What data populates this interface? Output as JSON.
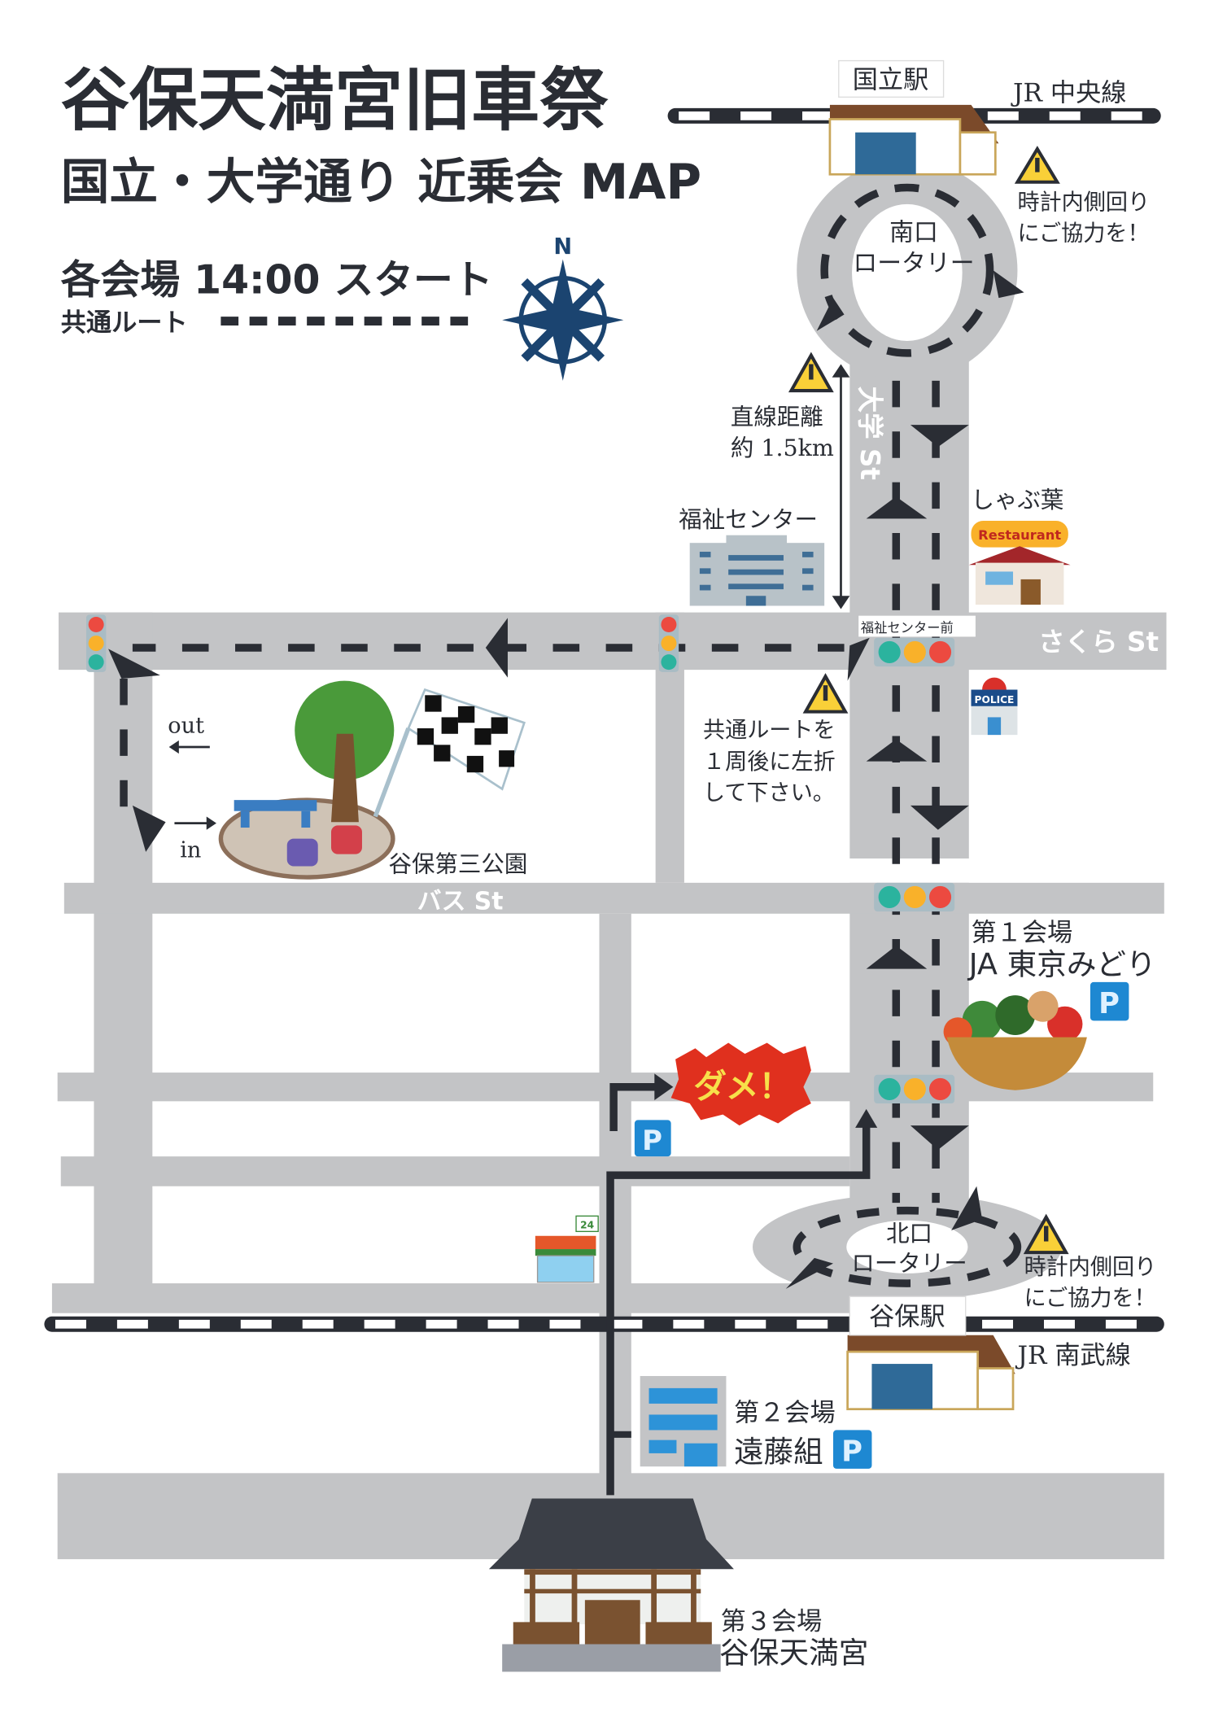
{
  "header": {
    "title": "谷保天満宮旧車祭",
    "subtitle": "国立・大学通り 近乗会 MAP",
    "start_time": "各会場 14:00 スタート",
    "common_route_legend": "共通ルート"
  },
  "compass": {
    "north_label": "N",
    "icon": "compass-rose-icon"
  },
  "stations": {
    "kunitachi": {
      "name": "国立駅",
      "line": "JR 中央線"
    },
    "yaho": {
      "name": "谷保駅",
      "line": "JR 南武線"
    }
  },
  "rotaries": {
    "south": {
      "line1": "南口",
      "line2": "ロータリー",
      "note1": "時計内側回り",
      "note2": "にご協力を！"
    },
    "north": {
      "line1": "北口",
      "line2": "ロータリー",
      "note1": "時計内側回り",
      "note2": "にご協力を！"
    }
  },
  "distance": {
    "line1": "直線距離",
    "line2": "約 1.5km"
  },
  "streets": {
    "daigaku": "大学 St",
    "sakura": "さくら St",
    "bus": "バス St"
  },
  "landmarks": {
    "welfare_center": "福祉センター",
    "welfare_center_stop": "福祉センター前",
    "shabu_yo": "しゃぶ葉",
    "restaurant_sign": "Restaurant",
    "police": "POLICE",
    "park": "谷保第三公園",
    "convenience_store": "24"
  },
  "route_note": {
    "line1": "共通ルートを",
    "line2": "１周後に左折",
    "line3": "して下さい。"
  },
  "park_flow": {
    "out": "out",
    "in": "in"
  },
  "venues": [
    {
      "number_label": "第１会場",
      "name": "JA 東京みどり",
      "parking": "P"
    },
    {
      "number_label": "第２会場",
      "name": "遠藤組",
      "parking": "P"
    },
    {
      "number_label": "第３会場",
      "name": "谷保天満宮"
    }
  ],
  "no_entry": {
    "label": "ダメ！"
  },
  "parking_lot": {
    "label": "P"
  },
  "colors": {
    "road": "#c3c4c6",
    "route": "#2a2d34",
    "warning": "#f9d038",
    "parking": "#1e88d2",
    "no_entry": "#e0301e"
  }
}
